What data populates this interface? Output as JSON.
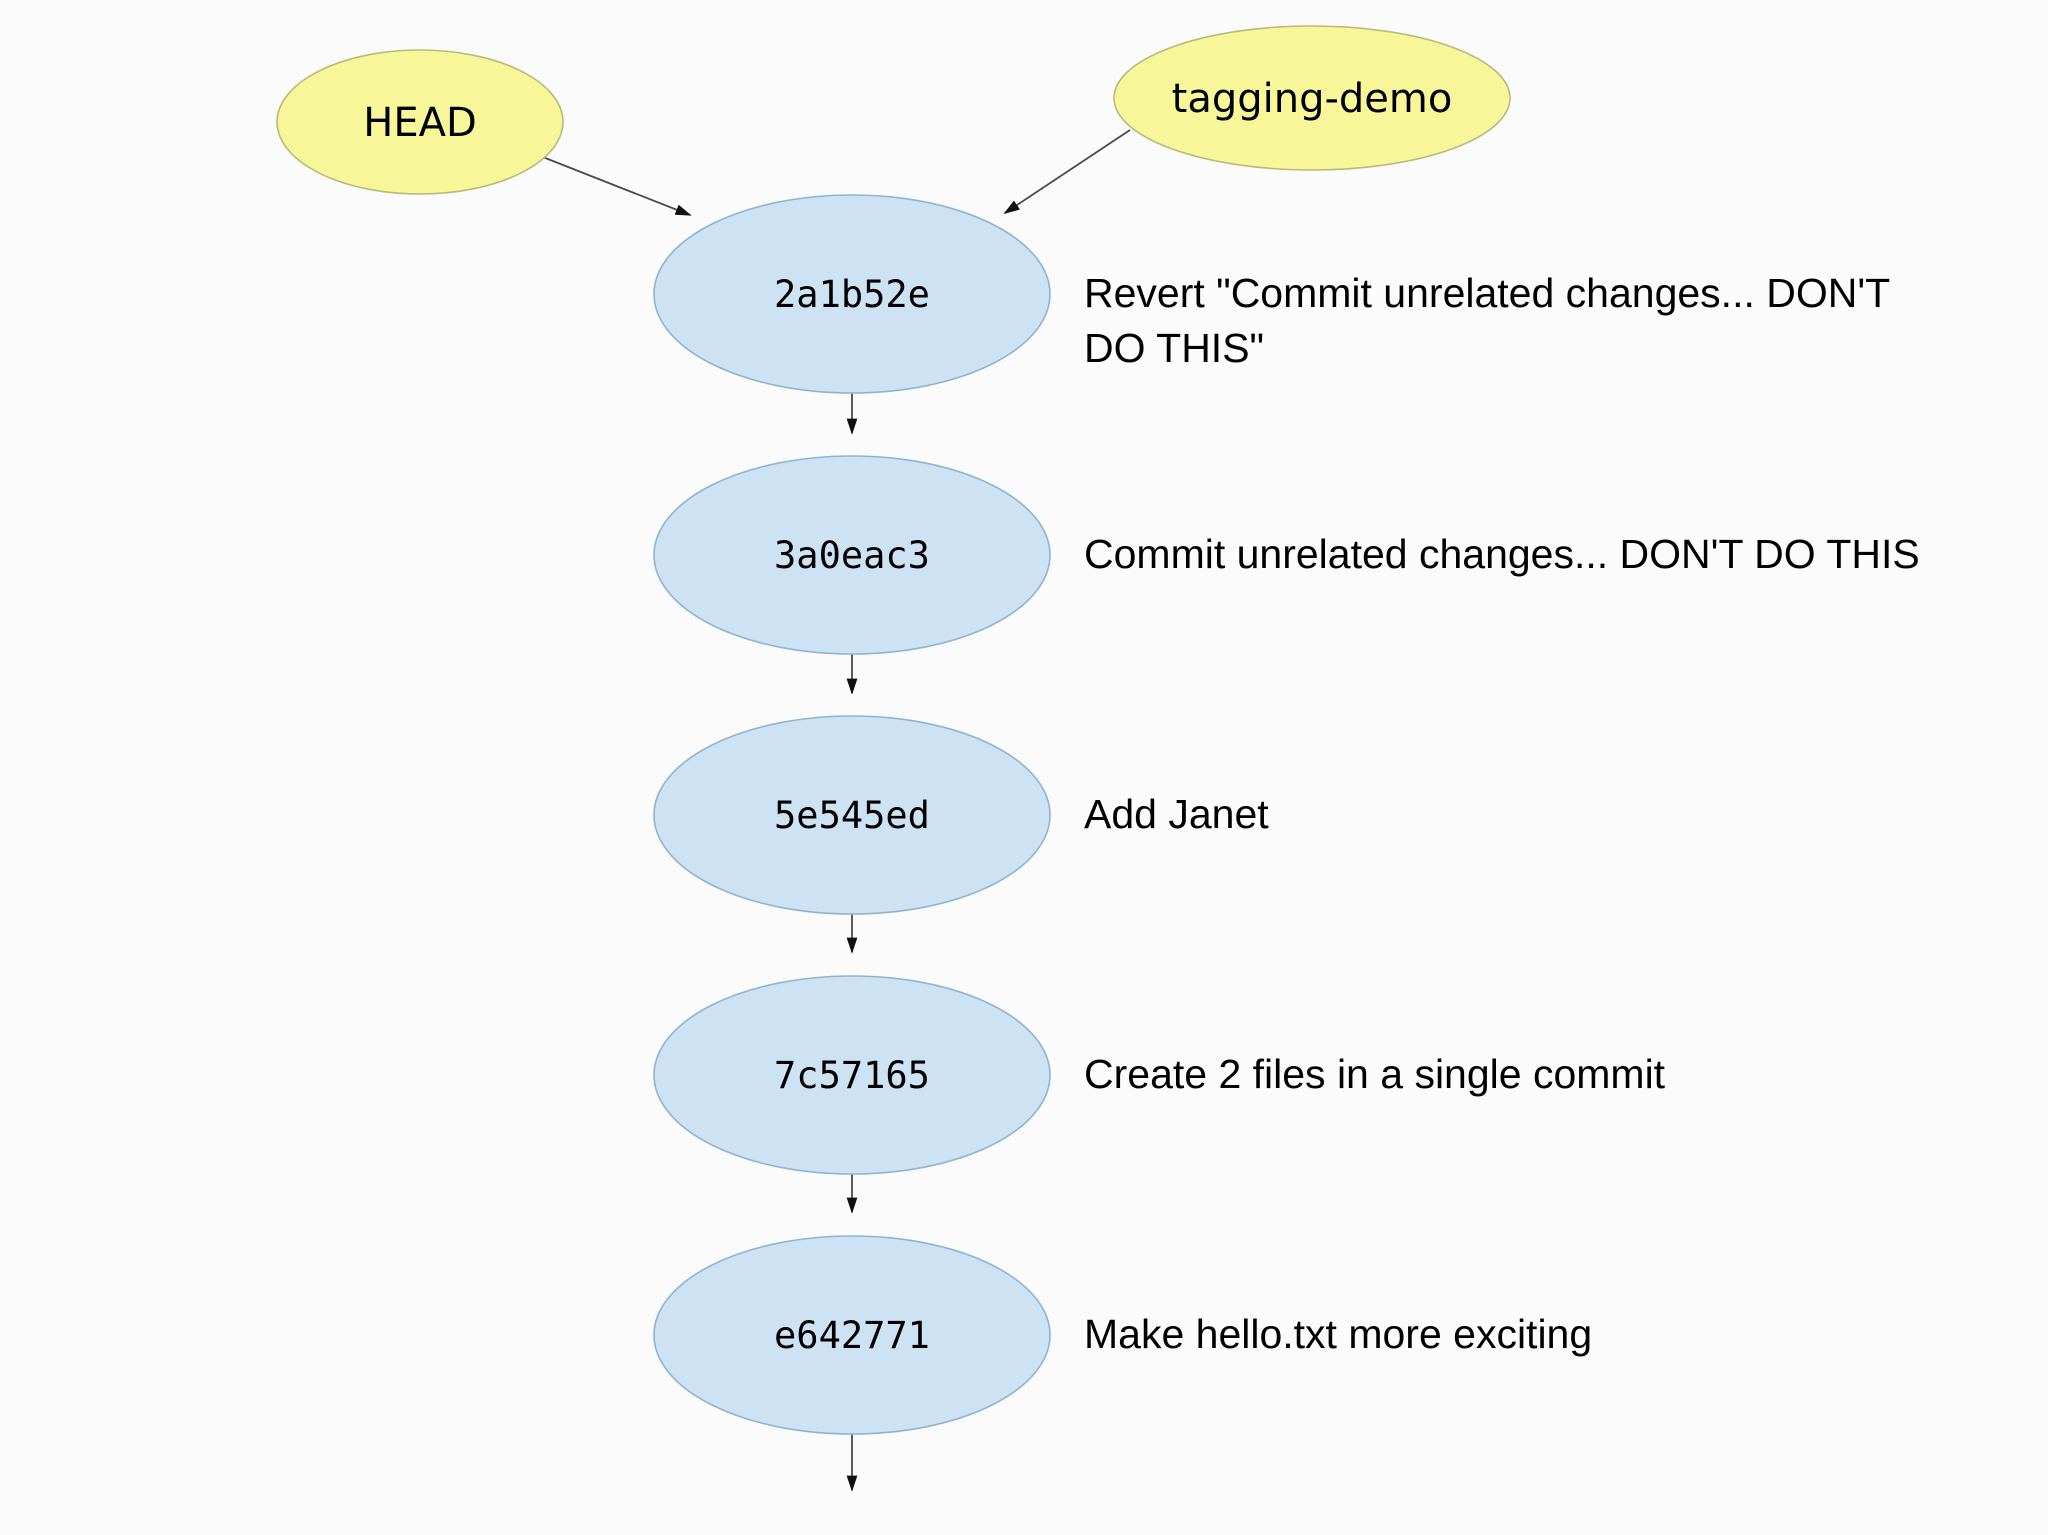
{
  "diagram": {
    "title": "git-commit-history-graph",
    "background_color": "#fbfbfc",
    "commit_node_fill": "#cde3f3",
    "commit_node_stroke": "#8fb4cf",
    "ref_node_fill": "#f7f79a",
    "ref_node_stroke": "#b9b97a",
    "edge_color": "#4a4a4a"
  },
  "refs": [
    {
      "id": "head",
      "label": "HEAD",
      "points_to": "2a1b52e"
    },
    {
      "id": "branch",
      "label": "tagging-demo",
      "points_to": "2a1b52e"
    }
  ],
  "commits": [
    {
      "hash": "2a1b52e",
      "message": "Revert \"Commit unrelated changes... DON'T DO THIS\"",
      "message_line_1": "Revert \"Commit unrelated changes... DON'T",
      "message_line_2": "DO THIS\""
    },
    {
      "hash": "3a0eac3",
      "message": "Commit unrelated changes... DON'T DO THIS",
      "message_line_1": "Commit unrelated changes... DON'T DO THIS",
      "message_line_2": ""
    },
    {
      "hash": "5e545ed",
      "message": "Add Janet",
      "message_line_1": "Add Janet",
      "message_line_2": ""
    },
    {
      "hash": "7c57165",
      "message": "Create 2 files in a single commit",
      "message_line_1": "Create 2 files in a single commit",
      "message_line_2": ""
    },
    {
      "hash": "e642771",
      "message": "Make hello.txt more exciting",
      "message_line_1": "Make hello.txt more exciting",
      "message_line_2": ""
    }
  ]
}
